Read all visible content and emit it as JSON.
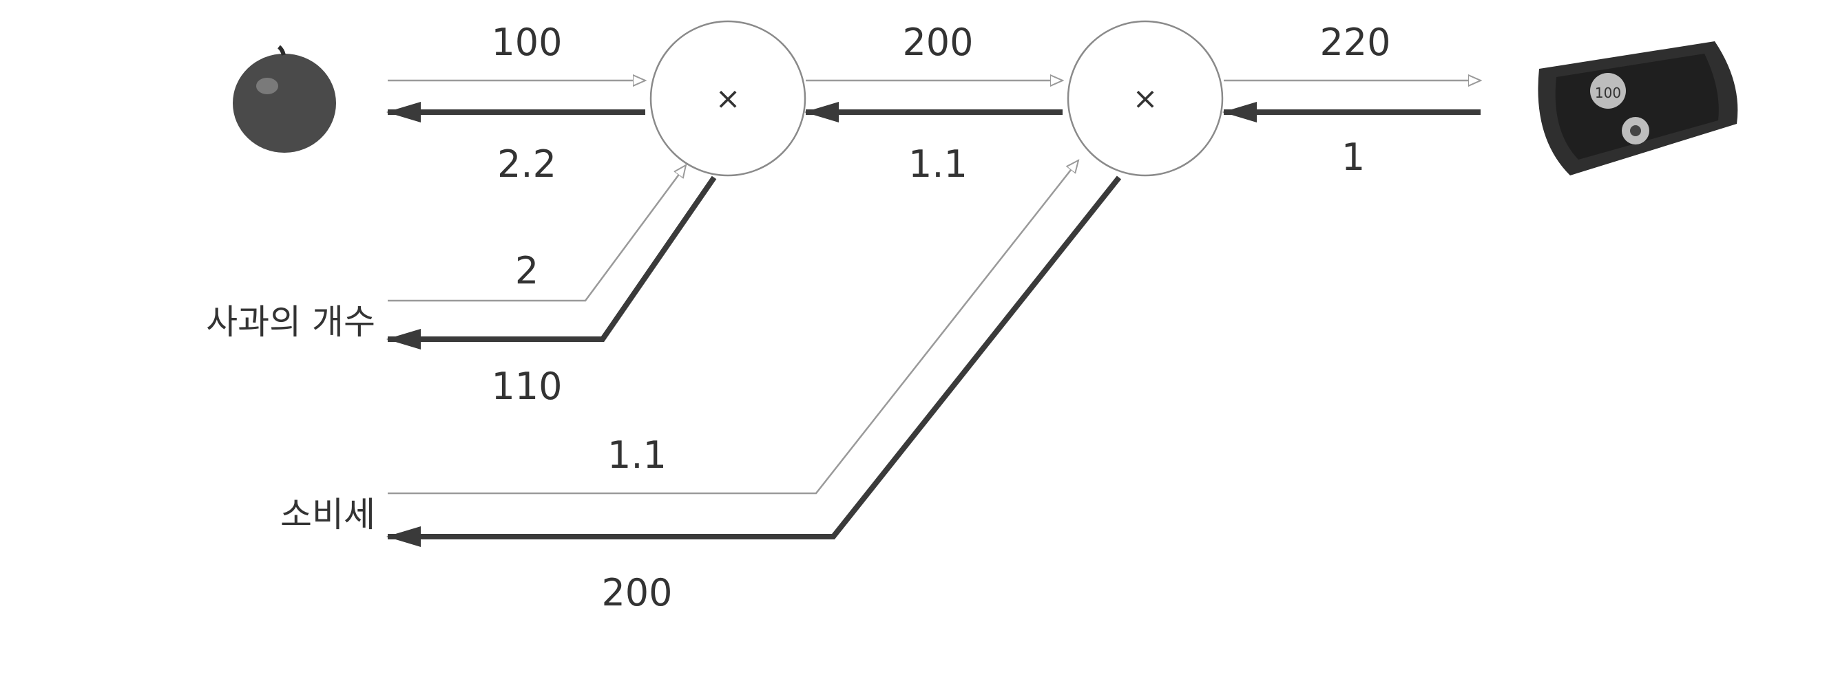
{
  "nodes": {
    "multiply_1": {
      "symbol": "×"
    },
    "multiply_2": {
      "symbol": "×"
    }
  },
  "inputs": {
    "apple_icon": "apple-icon",
    "apple_count_label": "사과의 개수",
    "tax_label": "소비세"
  },
  "output": {
    "wallet_icon": "coin-tray-icon",
    "coin_label": "100"
  },
  "forward_values": {
    "apple_price": "100",
    "apple_count": "2",
    "apple_total": "200",
    "tax": "1.1",
    "final": "220"
  },
  "backward_values": {
    "final_grad": "1",
    "apple_total_grad": "1.1",
    "apple_price_grad": "2.2",
    "apple_count_grad": "110",
    "tax_grad": "200"
  },
  "colors": {
    "forward_arrow": "#9a9a9a",
    "backward_arrow": "#3a3a3a",
    "apple": "#4a4a4a",
    "tray": "#3a3a3a"
  }
}
